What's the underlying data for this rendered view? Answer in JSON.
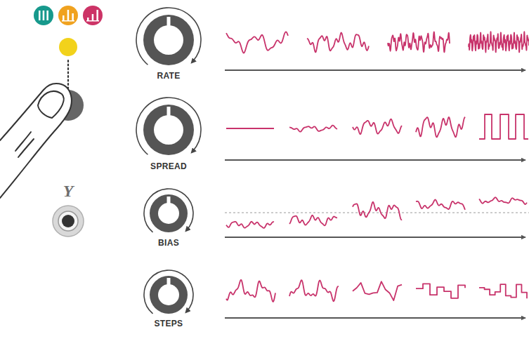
{
  "diagram": {
    "labels": [
      "RATE",
      "SPREAD",
      "BIAS",
      "STEPS",
      "Y"
    ]
  }
}
